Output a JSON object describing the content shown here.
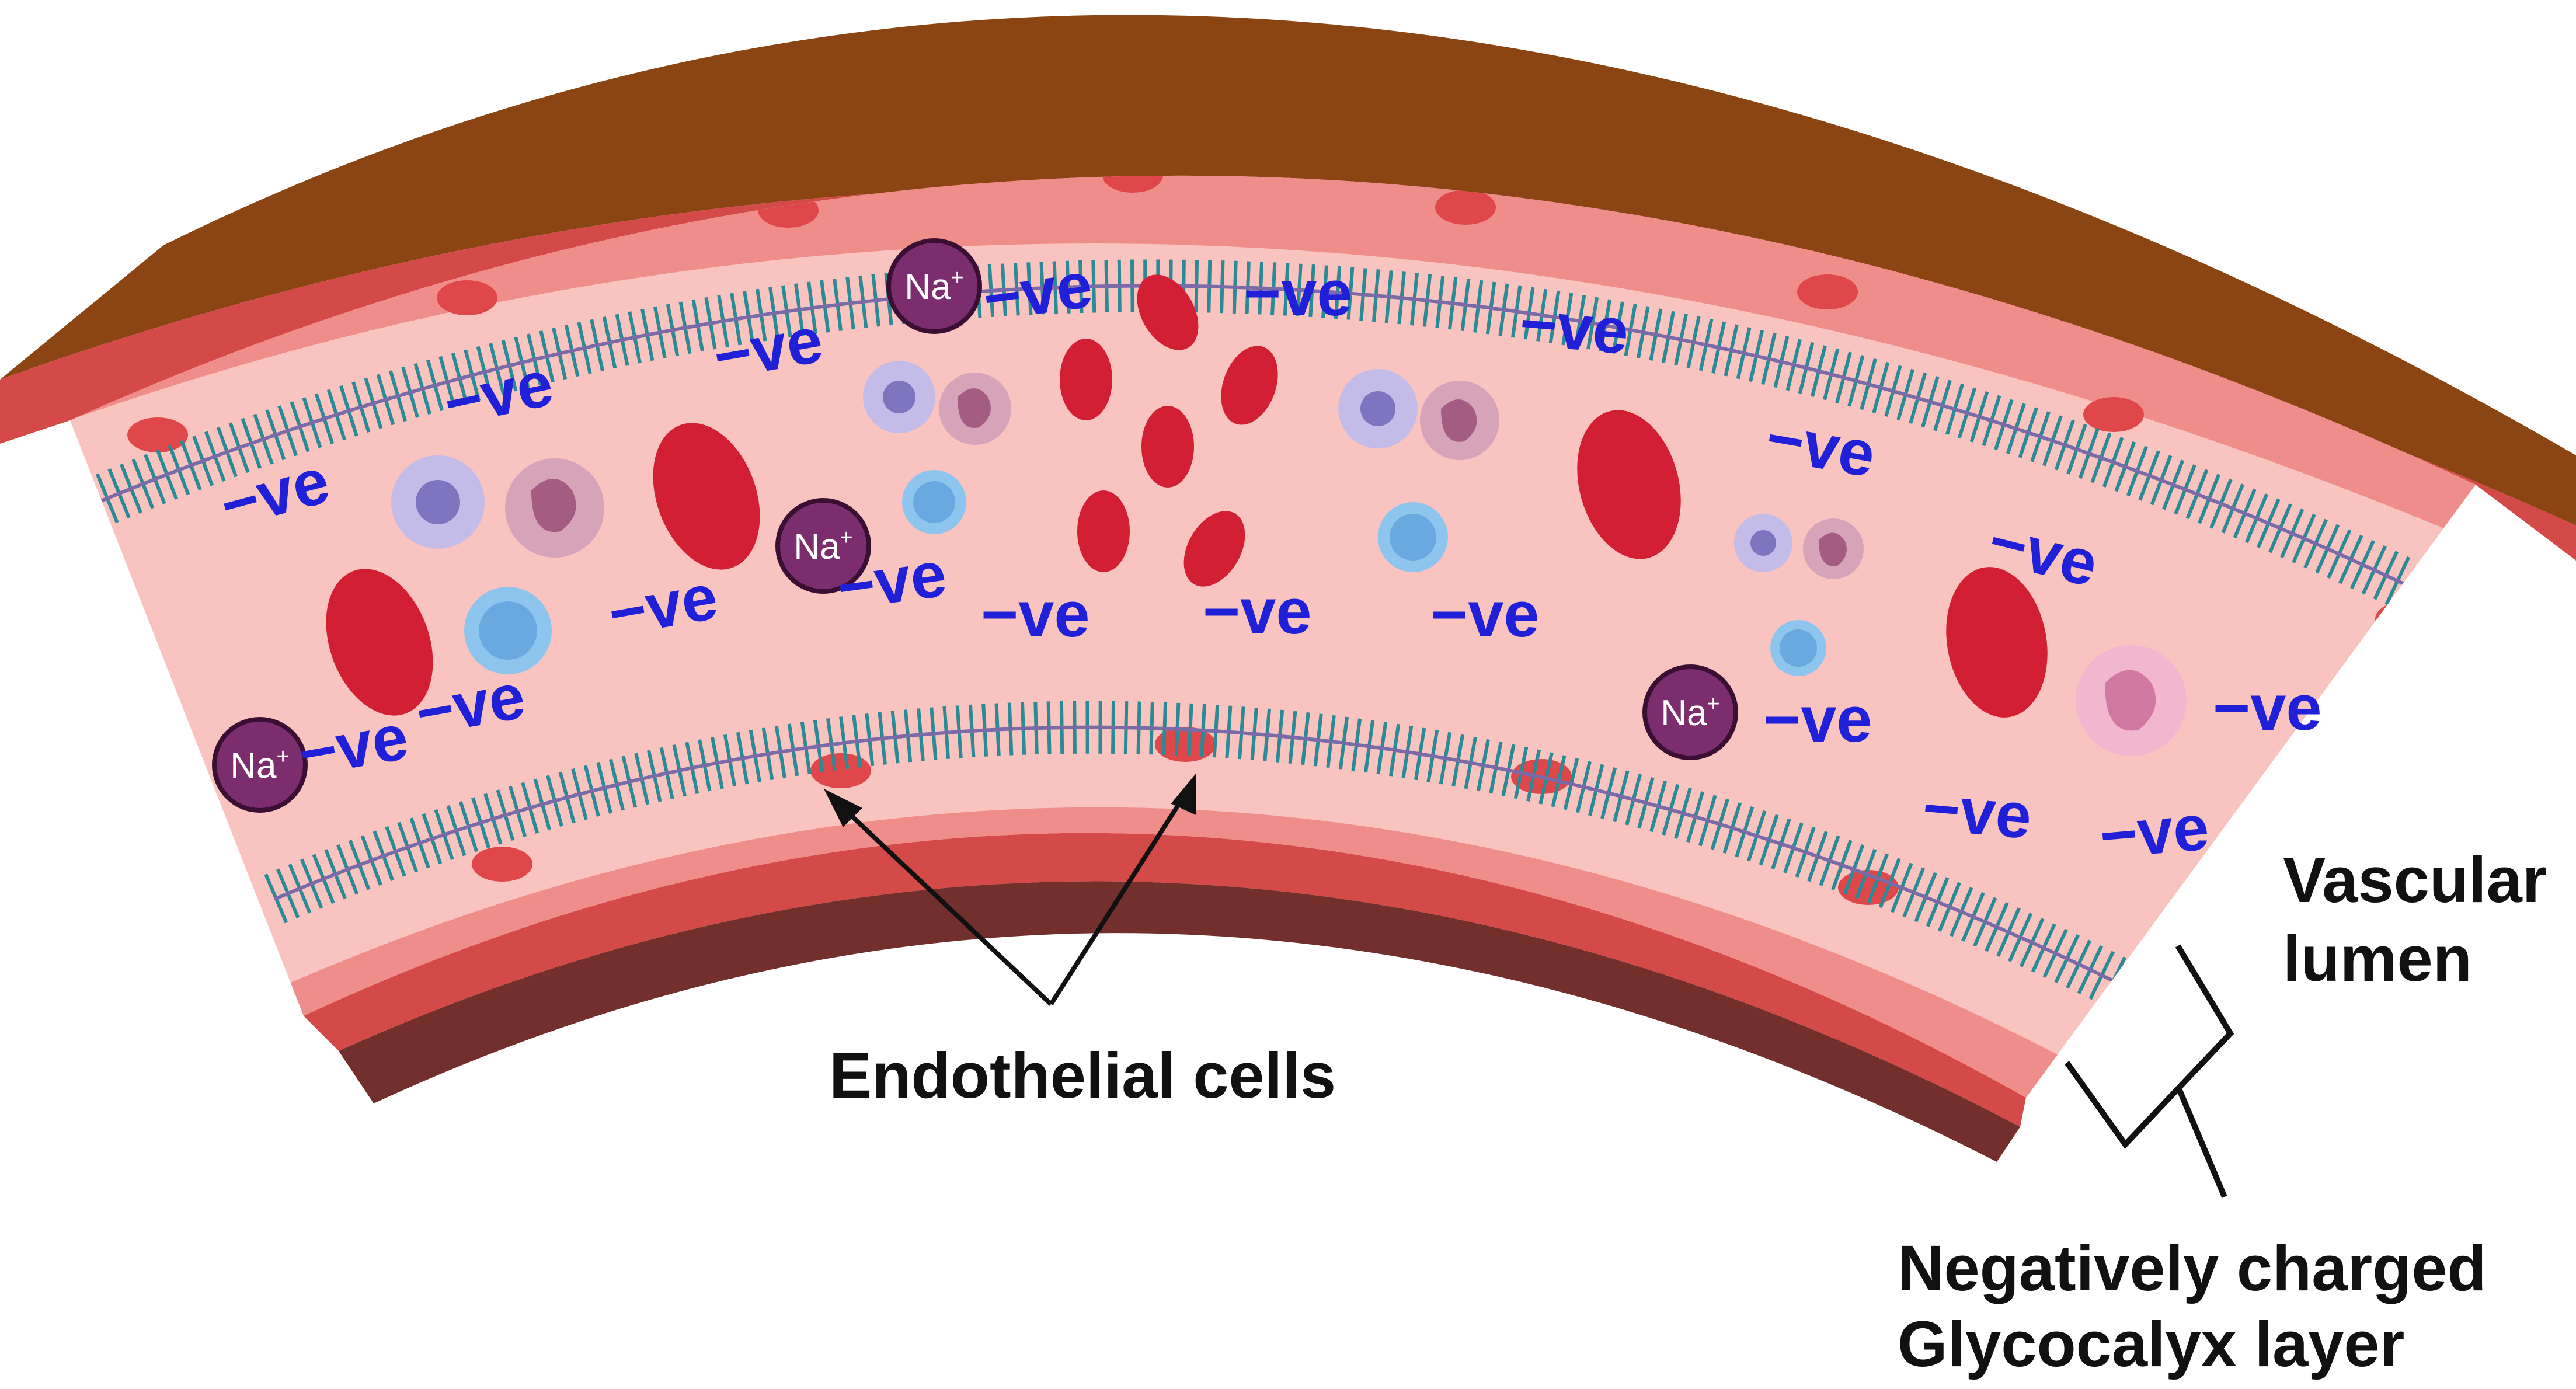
{
  "labels": {
    "endothelial": "Endothelial cells",
    "lumen_line1": "Vascular",
    "lumen_line2": "lumen",
    "glyco_line1": "Negatively charged",
    "glyco_line2": "Glycocalyx layer"
  },
  "charge_label": "−ve",
  "ion_label": "Na",
  "ion_charge": "+",
  "colors": {
    "outer_wall": "#8b4513",
    "inner_wall_dark": "#722f2b",
    "muscle": "#d44a49",
    "endothelium": "#ef8d8a",
    "lumen": "#f9c3c0",
    "glycocalyx": "#2a8a96",
    "rbc": "#d21f33",
    "sodium": "#7b2d6e",
    "negative": "#2020d8"
  }
}
